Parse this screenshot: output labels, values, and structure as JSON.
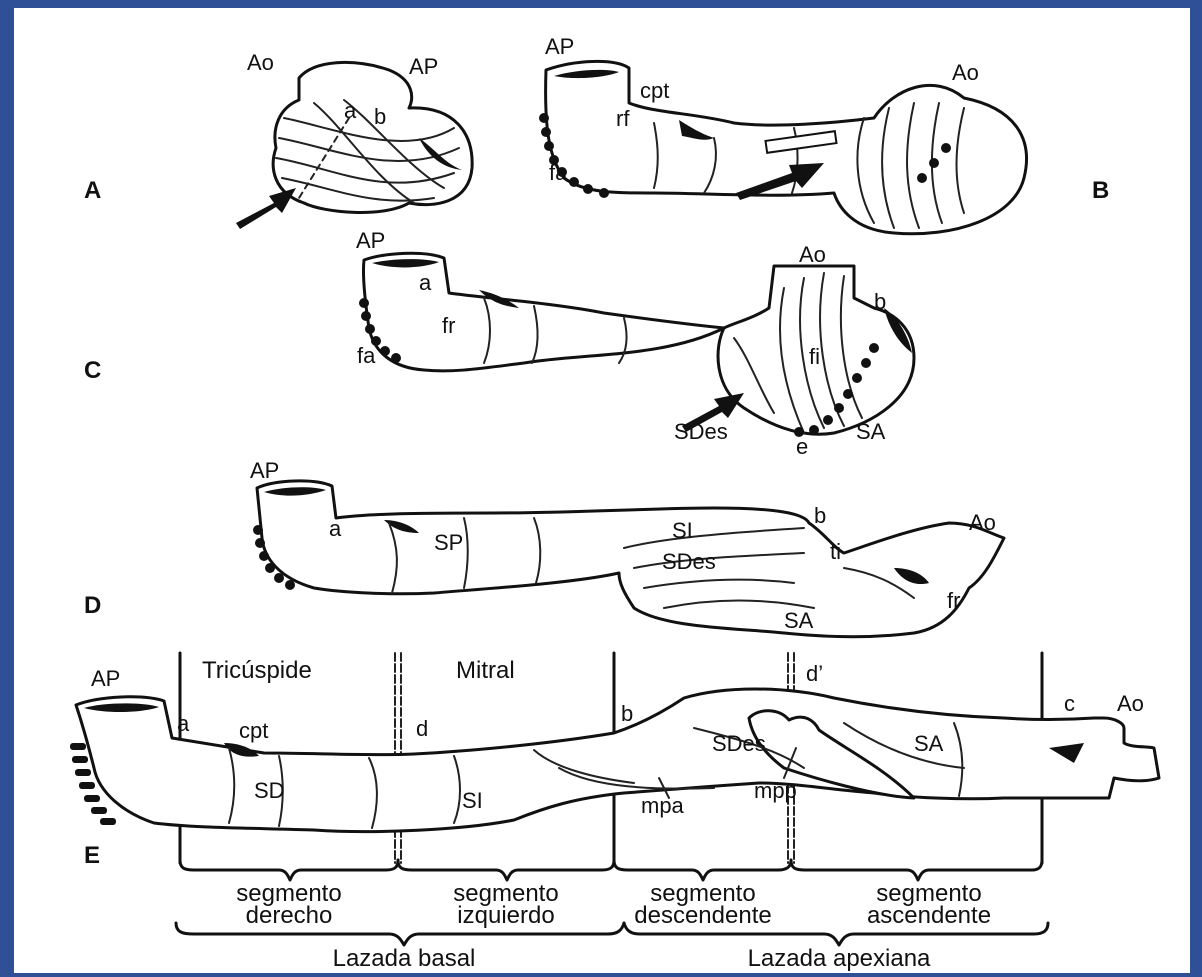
{
  "panels": {
    "A": {
      "letter": "A",
      "labels": {
        "ao": "Ao",
        "ap": "AP",
        "a": "a",
        "b": "b"
      }
    },
    "B": {
      "letter": "B",
      "labels": {
        "ap": "AP",
        "cpt": "cpt",
        "rf": "rf",
        "fa": "fa",
        "ao": "Ao"
      }
    },
    "C": {
      "letter": "C",
      "labels": {
        "ap": "AP",
        "a": "a",
        "fr": "fr",
        "fa": "fa",
        "ao": "Ao",
        "b": "b",
        "fi": "fi",
        "sdes": "SDes",
        "sa": "SA",
        "e": "e"
      }
    },
    "D": {
      "letter": "D",
      "labels": {
        "ap": "AP",
        "a": "a",
        "sp": "SP",
        "si": "SI",
        "b": "b",
        "ao": "Ao",
        "ti": "ti",
        "sdes": "SDes",
        "fr": "fr",
        "sa": "SA"
      }
    },
    "E": {
      "letter": "E",
      "labels": {
        "ap": "AP",
        "a": "a",
        "cpt": "cpt",
        "sd": "SD",
        "si": "SI",
        "d": "d",
        "b": "b",
        "d_prime": "d’",
        "sdes": "SDes",
        "sa": "SA",
        "mpa": "mpa",
        "mpp": "mpp",
        "c": "c",
        "ao": "Ao"
      }
    }
  },
  "valves": {
    "tricuspid": "Tricúspide",
    "mitral": "Mitral"
  },
  "segments": [
    {
      "line1": "segmento",
      "line2": "derecho"
    },
    {
      "line1": "segmento",
      "line2": "izquierdo"
    },
    {
      "line1": "segmento",
      "line2": "descendente"
    },
    {
      "line1": "segmento",
      "line2": "ascendente"
    }
  ],
  "loops": {
    "basal": "Lazada basal",
    "apical": "Lazada apexiana"
  }
}
